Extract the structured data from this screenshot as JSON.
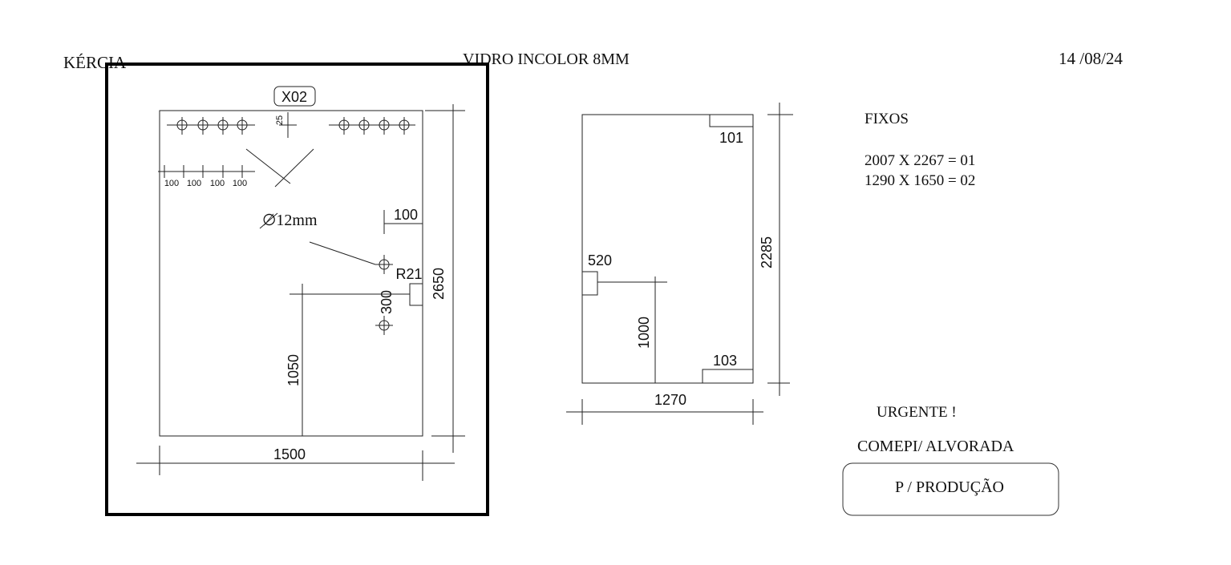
{
  "header": {
    "client": "KÉRCIA",
    "material": "VIDRO INCOLOR 8MM",
    "date": "14 /08/24"
  },
  "piece_left": {
    "tag": "X02",
    "hole_spacing_labels": [
      "100",
      "100",
      "100",
      "100"
    ],
    "edge_offset": "25",
    "hole_diameter": "∅12mm",
    "hole_edge_distance": "100",
    "radius": "R21",
    "hole_spacing_vertical": "300",
    "height_to_cutout": "1050",
    "width": "1500",
    "height": "2650"
  },
  "piece_right": {
    "notch_top": "101",
    "notch_side": "520",
    "height_to_notch": "1000",
    "notch_bottom": "103",
    "width": "1270",
    "height": "2285"
  },
  "notes": {
    "section_title": "FIXOS",
    "lines": [
      "2007 X 2267 = 01",
      "1290 X 1650 = 02"
    ],
    "urgent": "URGENTE !",
    "company": "COMEPI/ ALVORADA",
    "stamp": "P / PRODUÇÃO"
  }
}
